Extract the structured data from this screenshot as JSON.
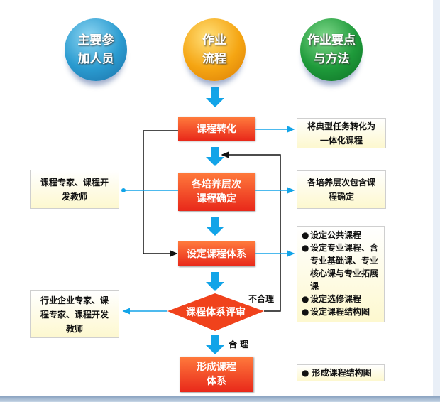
{
  "spheres": [
    {
      "label": "主要参\n加人员"
    },
    {
      "label": "作业\n流程"
    },
    {
      "label": "作业要点\n与方法"
    }
  ],
  "steps": {
    "s1": "课程转化",
    "s2": "各培养层次\n课程确定",
    "s3": "设定课程体系",
    "review": "课程体系评审",
    "s5": "形成课程\n体系"
  },
  "participants": {
    "p1": "课程专家、课程开\n发教师",
    "p2": "行业企业专家、课\n程专家、课程开发\n教师"
  },
  "methods": {
    "m1": "将典型任务转化为\n一体化课程",
    "m2": "各培养层次包含课\n程确定",
    "m3": [
      "设定公共课程",
      "设定专业课程、含专业基础课、专业核心课与专业拓展课",
      "设定选修课程",
      "设定课程结构图"
    ],
    "m4": "形成课程结构图"
  },
  "labels": {
    "fail": "不合理",
    "pass": "合 理"
  },
  "colors": {
    "arrow": "#12a4e8",
    "step": "#e8281a"
  }
}
